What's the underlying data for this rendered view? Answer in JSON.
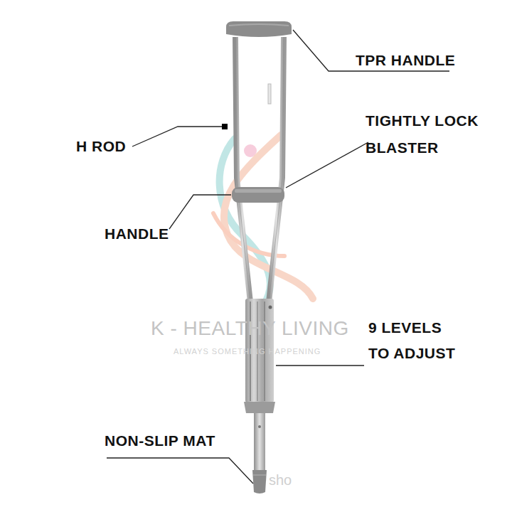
{
  "diagram": {
    "labels": [
      "TPR HANDLE",
      "H ROD",
      "TIGHTLY LOCK BLASTER",
      "HANDLE",
      "K - HEALTHY LIVING",
      "ALWAYS SOMETHING HAPPENING",
      "9 LEVELS TO ADJUST",
      "NON-SLIP MAT",
      "sho"
    ]
  }
}
